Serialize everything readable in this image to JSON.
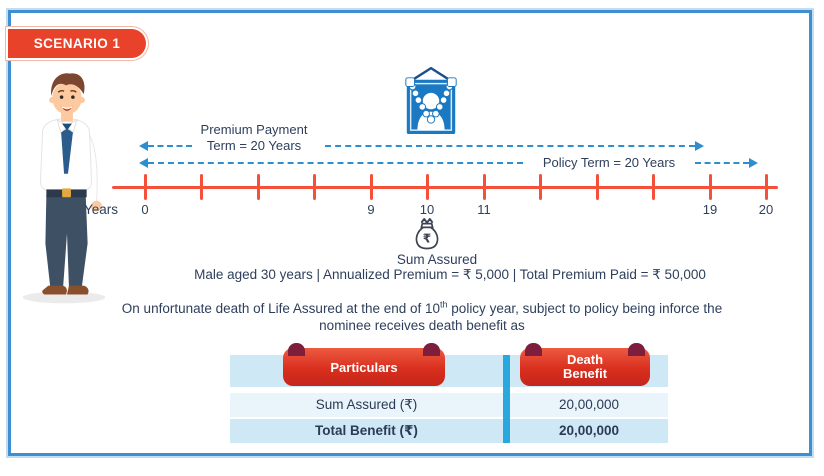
{
  "scenario_badge": {
    "label": "SCENARIO 1"
  },
  "timeline": {
    "years_label": "Years",
    "ticks": [
      "0",
      "",
      "",
      "",
      "9",
      "10",
      "11",
      "",
      "",
      "",
      "19",
      "20"
    ],
    "premium_arrow": {
      "line1": "Premium Payment",
      "line2": "Term = 20 Years"
    },
    "policy_arrow": {
      "label": "Policy Term = 20 Years"
    }
  },
  "icons": {
    "deceased_photo_frame": "garlanded photo frame (death of life assured)",
    "money_bag": "money bag with rupee symbol"
  },
  "sum_assured": {
    "label": "Sum Assured",
    "rupee": "₹"
  },
  "profile_line": "Male aged 30 years | Annualized Premium = ₹ 5,000 | Total Premium Paid = ₹ 50,000",
  "death_note": {
    "line1_prefix": "On unfortunate death of Life Assured at the end of 10",
    "superscript": "th",
    "line1_suffix": " policy year, subject to policy being inforce the",
    "line2": "nominee receives death benefit as"
  },
  "table": {
    "headers": [
      "Particulars",
      "Death Benefit"
    ],
    "rows": [
      {
        "particular": "Sum Assured (₹)",
        "value": "20,00,000"
      },
      {
        "particular": "Total Benefit (₹)",
        "value": "20,00,000"
      }
    ]
  },
  "colors": {
    "panel_border": "#3e8fd1",
    "badge_red": "#e8432a",
    "timeline_red": "#f4503a",
    "arrow_blue": "#2e8fd0",
    "text_navy": "#2e3f5c",
    "ribbon_red": "#d92f1f",
    "ribbon_fold": "#7d1f3c",
    "divider_blue": "#29a8e0",
    "band_blue": "#cfe8f5",
    "band_light_blue": "#e9f5fb"
  }
}
